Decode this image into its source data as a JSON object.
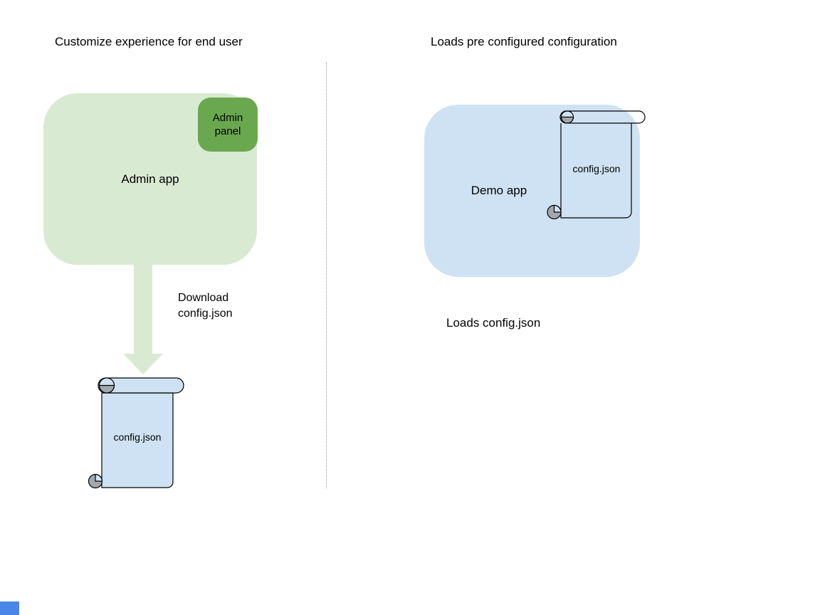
{
  "colors": {
    "canvas_bg": "#ffffff",
    "green_light": "#d9ead3",
    "green_dark": "#6aa84f",
    "blue_light": "#cfe2f3",
    "curl_gray": "#a3a8ad",
    "divider_gray": "#999999",
    "corner_blue": "#4a86e8",
    "text": "#000000"
  },
  "left": {
    "title": "Customize experience for end user",
    "app_label": "Admin app",
    "badge_label": "Admin panel",
    "arrow_label": "Download config.json",
    "file_label": "config.json"
  },
  "right": {
    "title": "Loads pre configured configuration",
    "app_label": "Demo app",
    "file_label": "config.json",
    "caption": "Loads config.json"
  }
}
